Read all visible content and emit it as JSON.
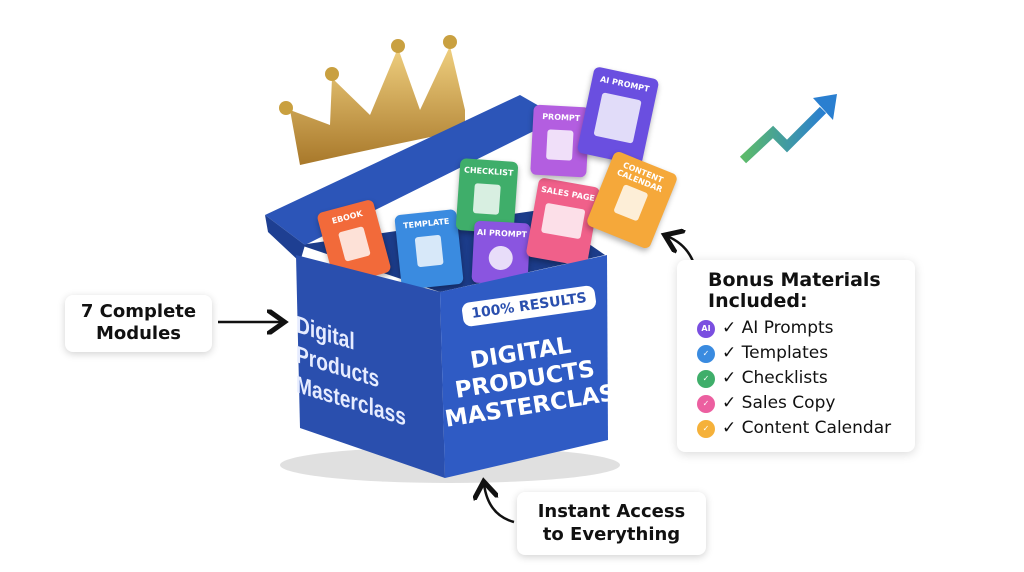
{
  "callouts": {
    "modules": [
      "7 Complete",
      "Modules"
    ],
    "access": [
      "Instant Access",
      "to Everything"
    ]
  },
  "box": {
    "side_text": [
      "Digital",
      "Products",
      "Masterclass"
    ],
    "badge": "100% RESULTS",
    "front_text": [
      "DIGITAL",
      "PRODUCTS",
      "MASTERCLASS"
    ]
  },
  "cards": [
    {
      "label": "EBOOK",
      "color": "#f26a3a"
    },
    {
      "label": "TEMPLATE",
      "color": "#3a8be0"
    },
    {
      "label": "CHECKLIST",
      "color": "#3fae6a"
    },
    {
      "label": "AI PROMPT",
      "color": "#8a55e0"
    },
    {
      "label": "SALES PAGE",
      "color": "#f0608a"
    },
    {
      "label": "PROMPT",
      "color": "#b35ee0"
    },
    {
      "label": "AI PROMPT",
      "color": "#6a4fe0"
    },
    {
      "label": "CONTENT CALENDAR",
      "color": "#f5a83a"
    }
  ],
  "bonus": {
    "title": [
      "Bonus Materials",
      "Included:"
    ],
    "items": [
      {
        "badge": "AI",
        "text": "✓ AI Prompts",
        "color": "#7a4fe0"
      },
      {
        "badge": "✓",
        "text": "✓ Templates",
        "color": "#3a8be0"
      },
      {
        "badge": "✓",
        "text": "✓ Checklists",
        "color": "#3fae6a"
      },
      {
        "badge": "✓",
        "text": "✓ Sales Copy",
        "color": "#ec5fa0"
      },
      {
        "badge": "✓",
        "text": "✓ Content Calendar",
        "color": "#f5b13a"
      }
    ]
  }
}
